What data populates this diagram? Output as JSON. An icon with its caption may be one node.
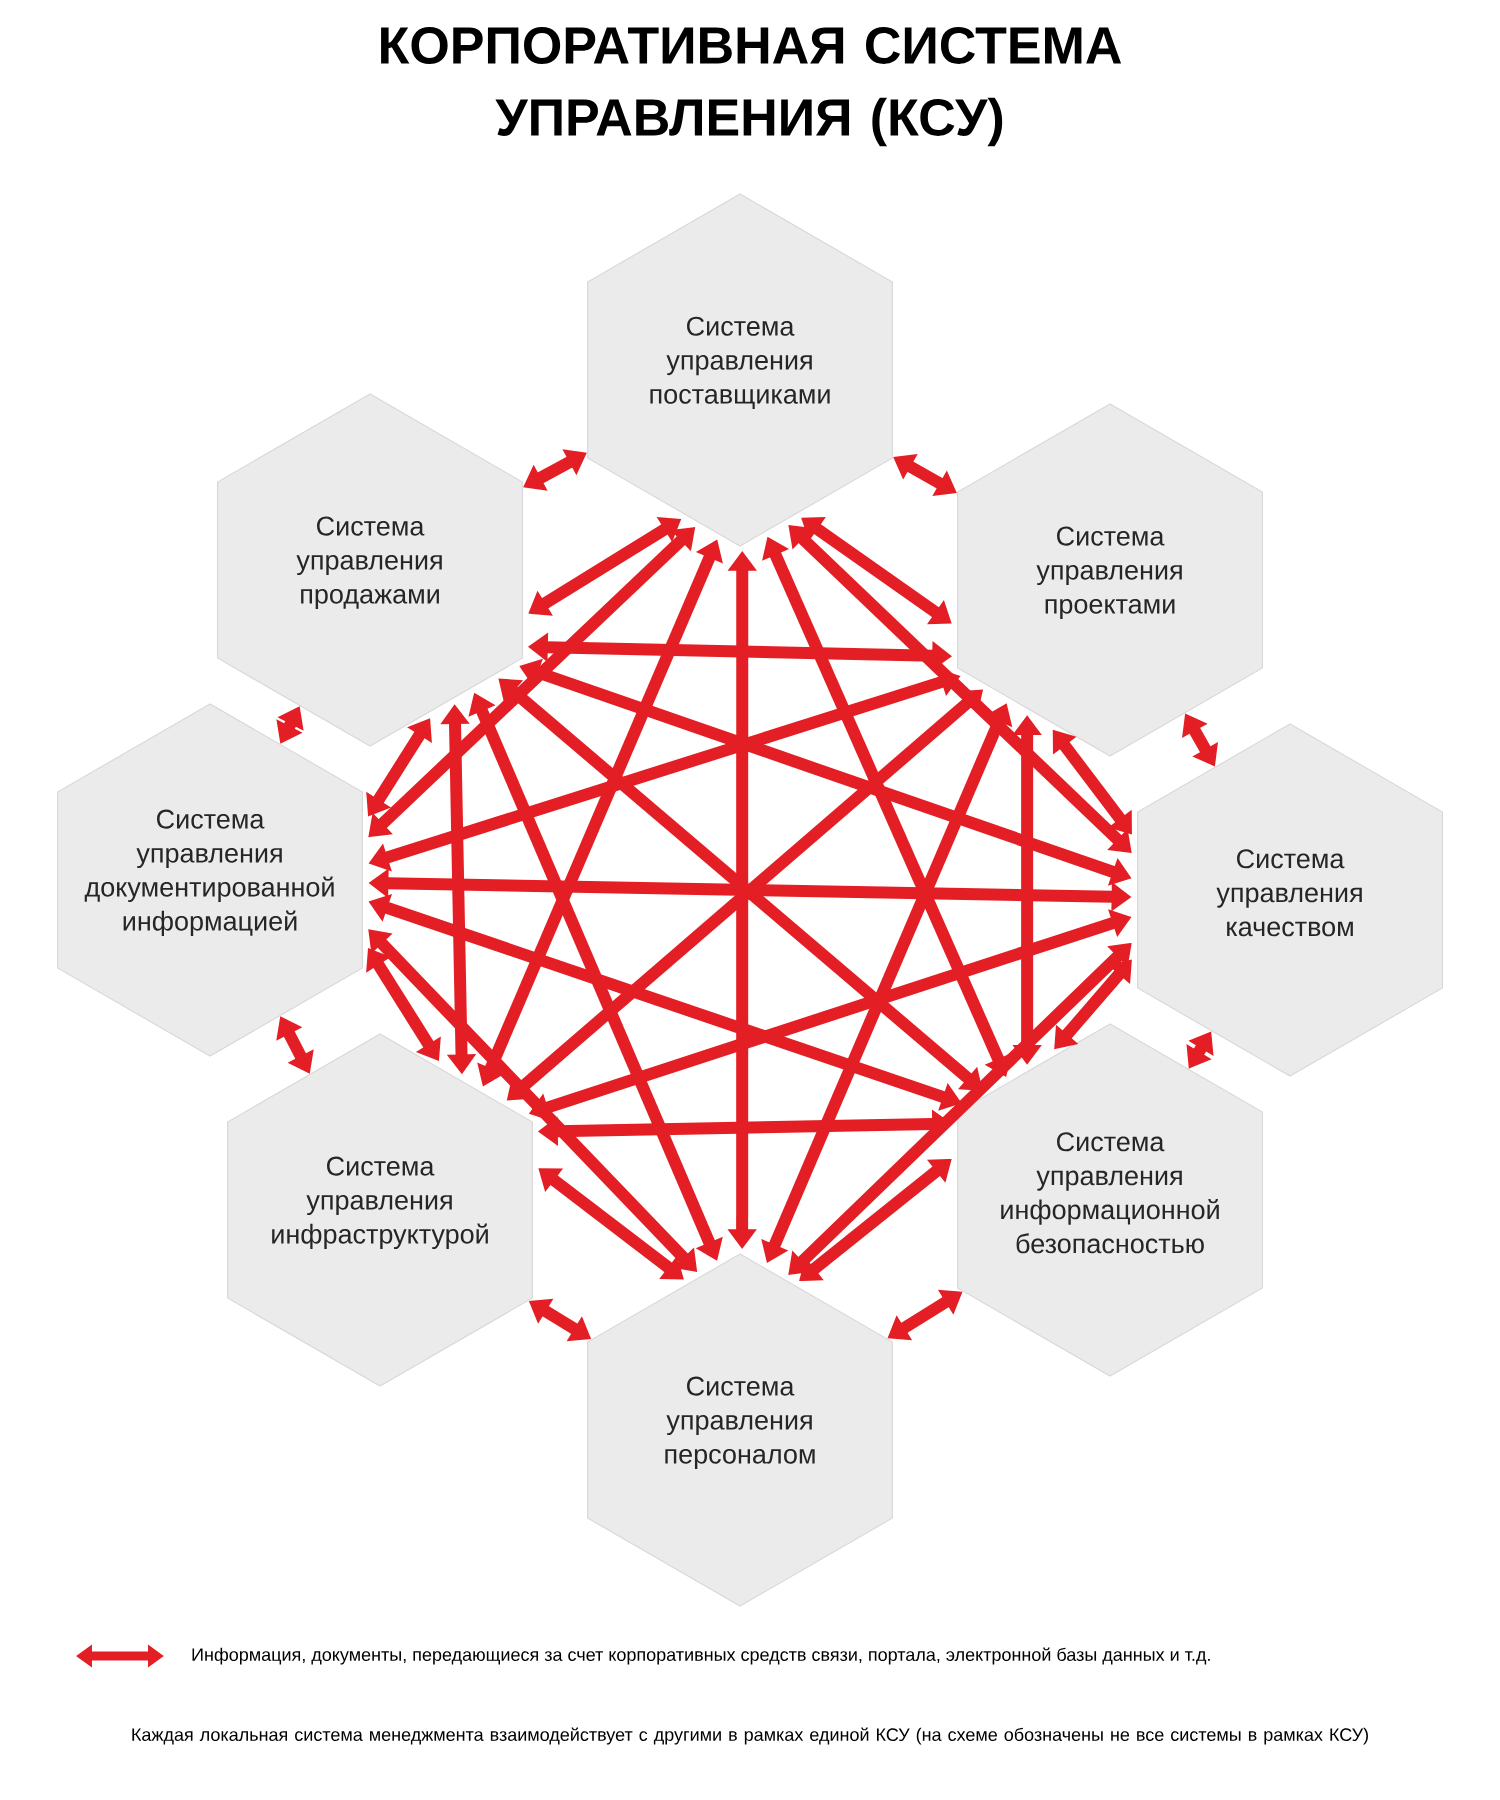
{
  "diagram": {
    "title": "КОРПОРАТИВНАЯ СИСТЕМА УПРАВЛЕНИЯ (КСУ)",
    "nodes": [
      {
        "text": [
          "Система управления поставщиками"
        ]
      },
      {
        "text": [
          "Система управления продажами"
        ]
      },
      {
        "text": [
          "Система управления проектами"
        ]
      },
      {
        "text": [
          "Система управления документированной информацией"
        ]
      },
      {
        "text": [
          "Система управления качеством"
        ]
      },
      {
        "text": [
          "Система управления инфраструктурой"
        ]
      },
      {
        "text": [
          "Система управления информационной безопасностью"
        ]
      },
      {
        "text": [
          "Система управления персоналом"
        ]
      }
    ],
    "edges": [
      {
        "from": 0,
        "to": 1,
        "arrow": "both"
      },
      {
        "from": 0,
        "to": 2,
        "arrow": "both"
      },
      {
        "from": 1,
        "to": 3,
        "arrow": "both"
      },
      {
        "from": 2,
        "to": 4,
        "arrow": "both"
      },
      {
        "from": 3,
        "to": 5,
        "arrow": "both"
      },
      {
        "from": 4,
        "to": 6,
        "arrow": "both"
      },
      {
        "from": 5,
        "to": 7,
        "arrow": "both"
      },
      {
        "from": 6,
        "to": 7,
        "arrow": "both"
      },
      {
        "from": 0,
        "to": 1,
        "arrow": "both"
      },
      {
        "from": 0,
        "to": 2,
        "arrow": "both"
      },
      {
        "from": 0,
        "to": 3,
        "arrow": "both"
      },
      {
        "from": 0,
        "to": 4,
        "arrow": "both"
      },
      {
        "from": 0,
        "to": 5,
        "arrow": "both"
      },
      {
        "from": 0,
        "to": 6,
        "arrow": "both"
      },
      {
        "from": 0,
        "to": 7,
        "arrow": "both"
      },
      {
        "from": 1,
        "to": 2,
        "arrow": "both"
      },
      {
        "from": 1,
        "to": 3,
        "arrow": "both"
      },
      {
        "from": 1,
        "to": 4,
        "arrow": "both"
      },
      {
        "from": 1,
        "to": 5,
        "arrow": "both"
      },
      {
        "from": 1,
        "to": 6,
        "arrow": "both"
      },
      {
        "from": 1,
        "to": 7,
        "arrow": "both"
      },
      {
        "from": 2,
        "to": 3,
        "arrow": "both"
      },
      {
        "from": 2,
        "to": 4,
        "arrow": "both"
      },
      {
        "from": 2,
        "to": 5,
        "arrow": "both"
      },
      {
        "from": 2,
        "to": 6,
        "arrow": "both"
      },
      {
        "from": 2,
        "to": 7,
        "arrow": "both"
      },
      {
        "from": 3,
        "to": 4,
        "arrow": "both"
      },
      {
        "from": 3,
        "to": 5,
        "arrow": "both"
      },
      {
        "from": 3,
        "to": 6,
        "arrow": "both"
      },
      {
        "from": 3,
        "to": 7,
        "arrow": "both"
      },
      {
        "from": 4,
        "to": 5,
        "arrow": "both"
      },
      {
        "from": 4,
        "to": 6,
        "arrow": "both"
      },
      {
        "from": 4,
        "to": 7,
        "arrow": "both"
      },
      {
        "from": 5,
        "to": 6,
        "arrow": "both"
      },
      {
        "from": 5,
        "to": 7,
        "arrow": "both"
      },
      {
        "from": 6,
        "to": 7,
        "arrow": "both"
      }
    ],
    "labels": [
      "Каждая локальная система менеджмента взаимодействует с другими в рамках единой КСУ (на схеме обозначены не все системы в рамках КСУ)"
    ],
    "legend": [
      {
        "text": "Информация, документы, передающиеся за счет корпоративных средств связи, портала, электронной базы данных и т.д."
      }
    ]
  }
}
